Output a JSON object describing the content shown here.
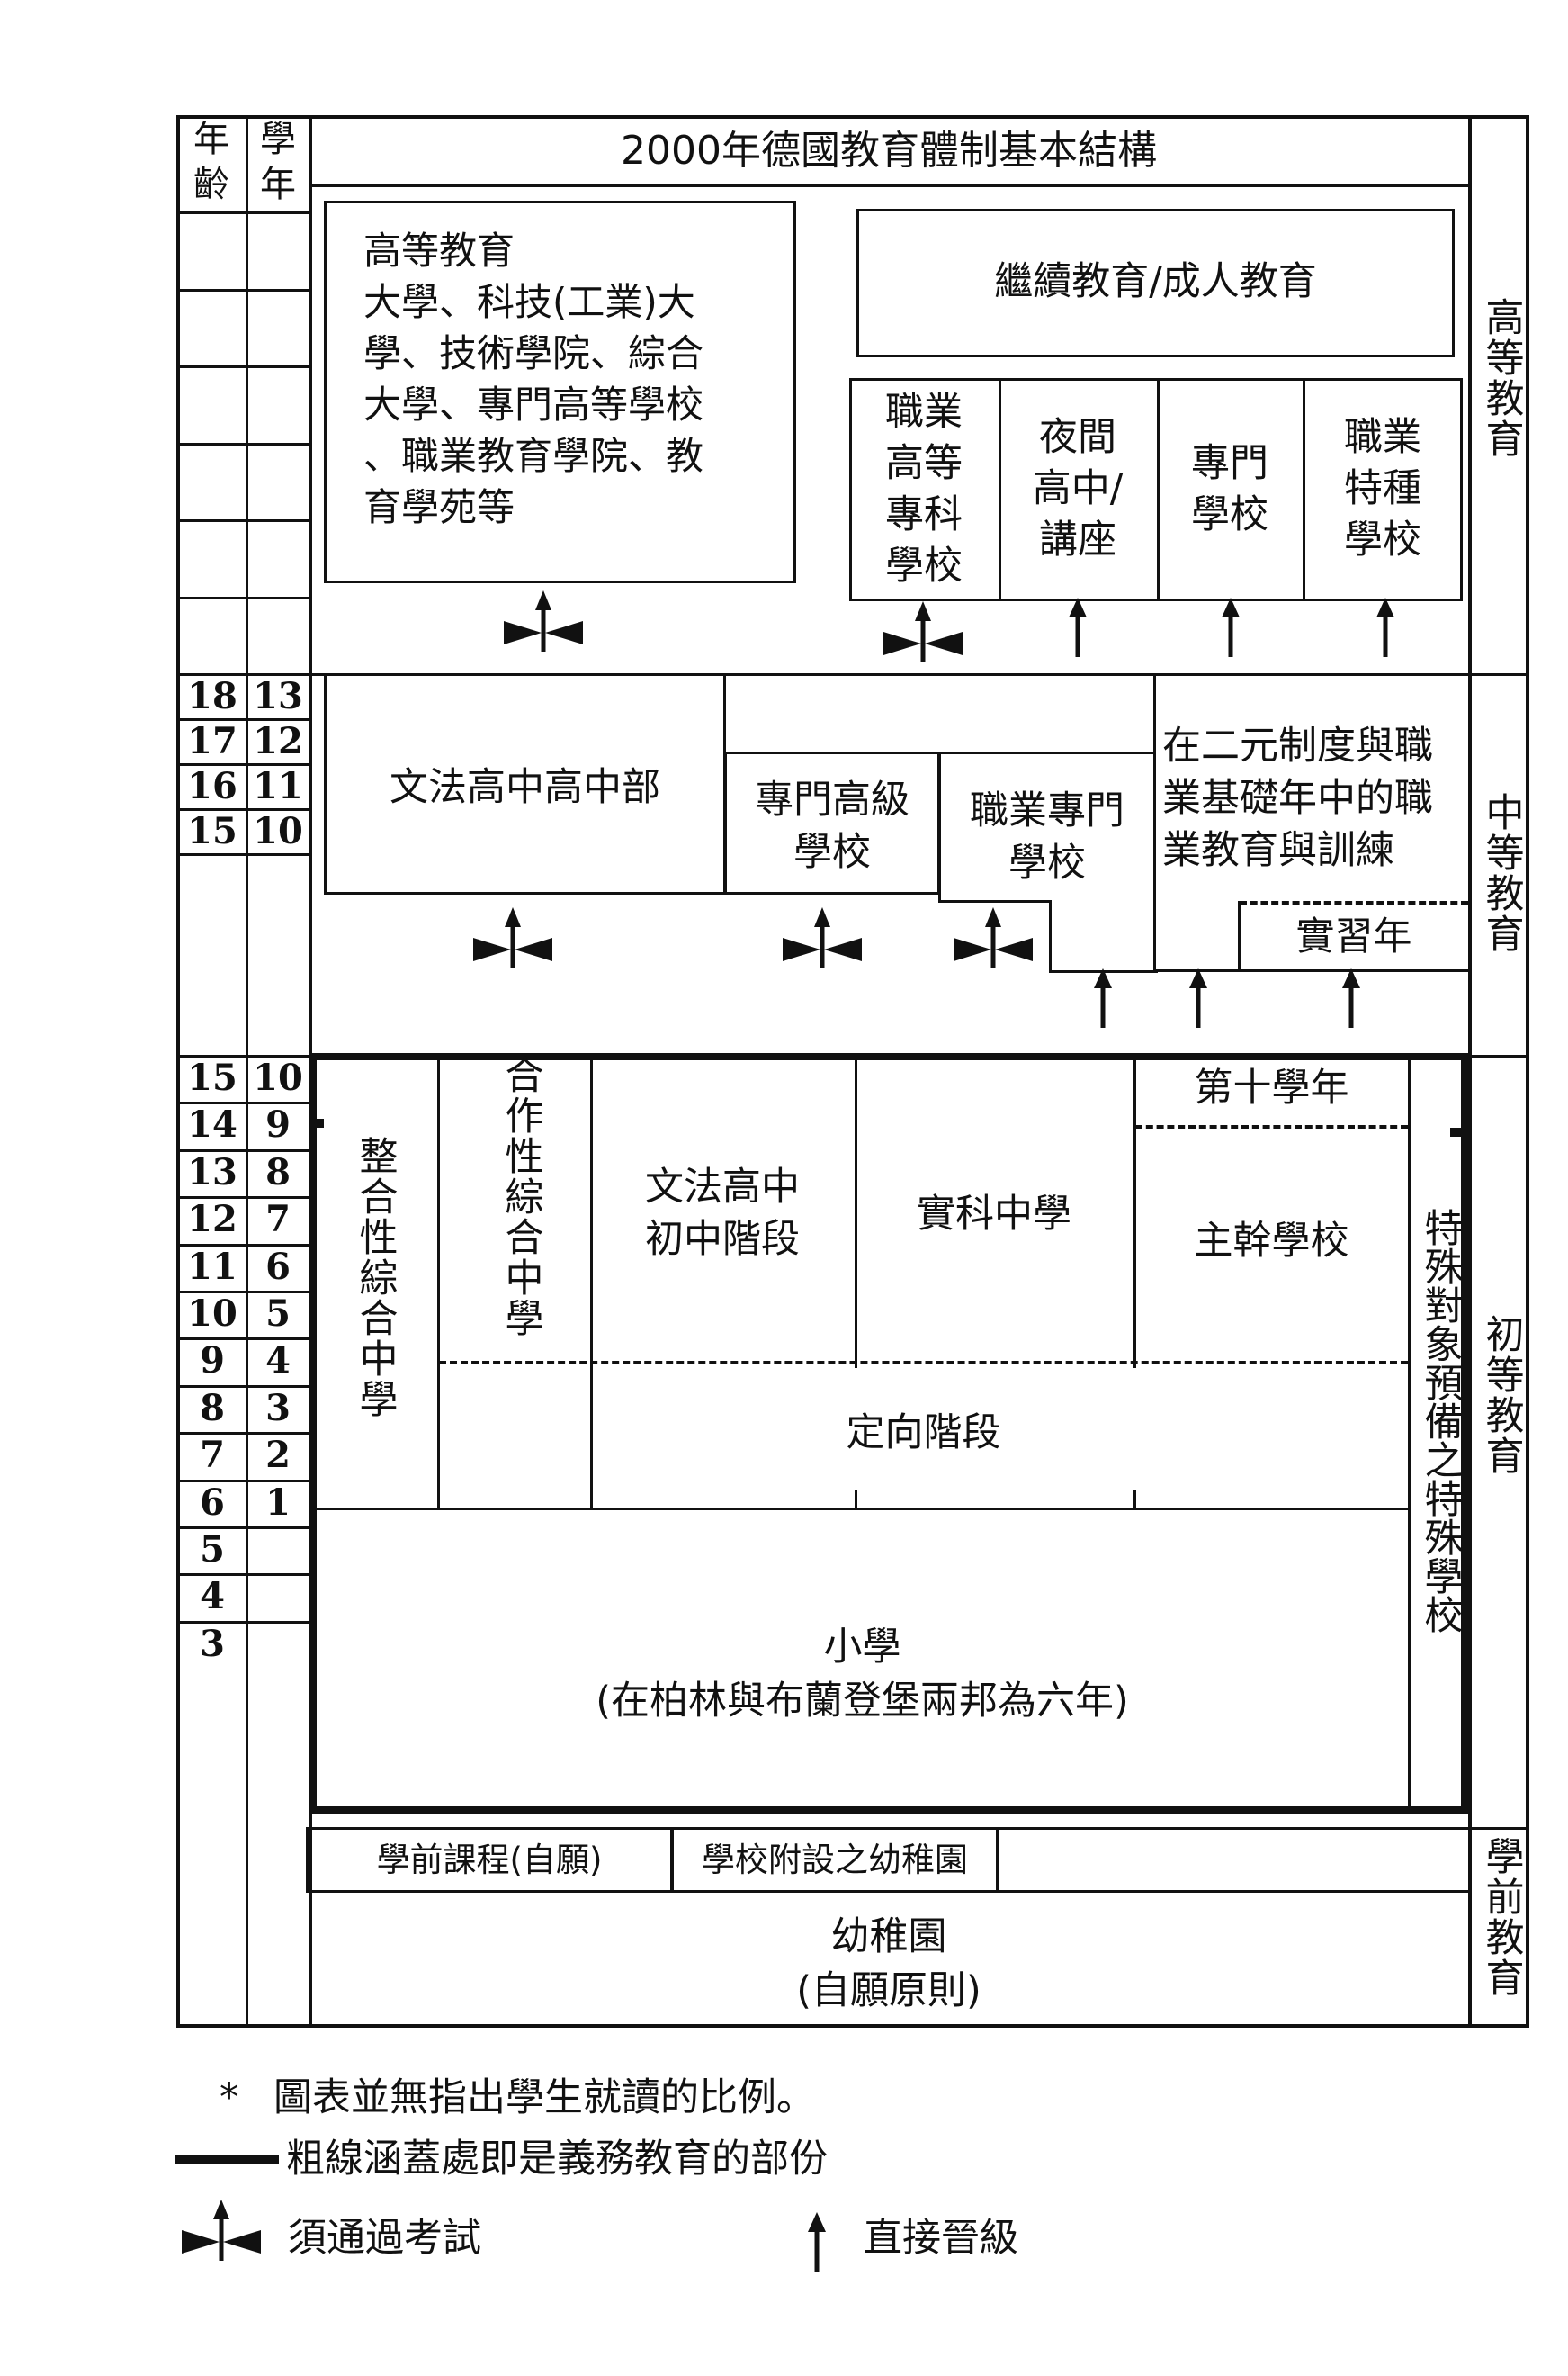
{
  "header": {
    "age_label": "年\n齡",
    "year_label": "學\n年",
    "title": "2000年德國教育體制基本結構"
  },
  "side_labels": {
    "higher": "高等教育",
    "secondary": "中等教育",
    "primary": "初等教育",
    "preschool": "學前教育"
  },
  "ages_upper": [
    "18",
    "17",
    "16",
    "15"
  ],
  "years_upper": [
    "13",
    "12",
    "11",
    "10"
  ],
  "ages_lower": [
    "15",
    "14",
    "13",
    "12",
    "11",
    "10",
    "9",
    "8",
    "7",
    "6",
    "5",
    "4",
    "3"
  ],
  "years_lower": [
    "10",
    "9",
    "8",
    "7",
    "6",
    "5",
    "4",
    "3",
    "2",
    "1"
  ],
  "higher": {
    "university": "高等教育\n大學、科技(工業)大\n學、技術學院、綜合\n大學、專門高等學校\n、職業教育學院、教\n育學苑等",
    "continuing": "繼續教育/成人教育",
    "vocational_college": "職業\n高等\n專科\n學校",
    "evening_school": "夜間\n高中/\n講座",
    "technical_school": "專門\n學校",
    "special_vocational": "職業\n特種\n學校"
  },
  "secondary": {
    "gymnasium_upper": "文法高中高中部",
    "specialized_high": "專門高級\n學校",
    "vocational_special": "職業專門\n學校",
    "dual_system": "在二元制度與職\n業基礎年中的職\n業教育與訓練",
    "internship_year": "實習年"
  },
  "lower_secondary": {
    "integrated_comprehensive": "整合性綜合中學",
    "cooperative_comprehensive": "合作性綜合中學",
    "gymnasium_lower": "文法高中\n初中階段",
    "realschule": "實科中學",
    "tenth_year": "第十學年",
    "hauptschule": "主幹學校",
    "special_schools": "特殊對象預備之特殊學校",
    "orientation": "定向階段",
    "primary_school": "小學\n(在柏林與布蘭登堡兩邦為六年)"
  },
  "preschool": {
    "preschool_course": "學前課程(自願)",
    "school_kindergarten": "學校附設之幼稚園",
    "kindergarten": "幼稚園\n(自願原則)"
  },
  "legend": {
    "star": "*",
    "note": "圖表並無指出學生就讀的比例。",
    "thick_line": "粗線涵蓋處即是義務教育的部份",
    "exam": "須通過考試",
    "direct": "直接晉級"
  }
}
